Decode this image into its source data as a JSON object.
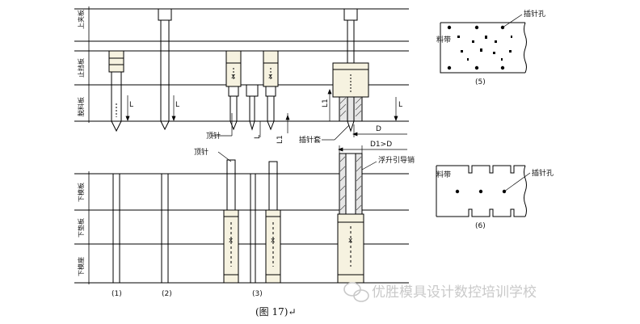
{
  "labels": {
    "plate_upper_clamp": "上夹板",
    "plate_stopper": "止挡板",
    "plate_stripper": "脱料板",
    "plate_lower_die": "下模板",
    "plate_lower_pad": "下垫板",
    "plate_lower_base": "下模座",
    "ejector_pin_1": "顶针",
    "ejector_pin_2": "顶针",
    "pilot_sleeve": "插针套",
    "float_guide_pin": "浮升引导销",
    "dim_d": "D",
    "dim_d1": "D1>D",
    "dim_L": "L",
    "dim_L1": "L1",
    "dim_L2": "L1",
    "strip_5": "料带",
    "pilot_hole_5": "插针孔",
    "strip_6": "料带",
    "pilot_hole_6": "插针孔",
    "fig_5": "(5)",
    "fig_6": "(6)",
    "fig_1": "(1)",
    "fig_2": "(2)",
    "fig_3": "(3)",
    "caption": "(图 17)↵",
    "watermark": "优胜模具设计数控培训学校"
  }
}
